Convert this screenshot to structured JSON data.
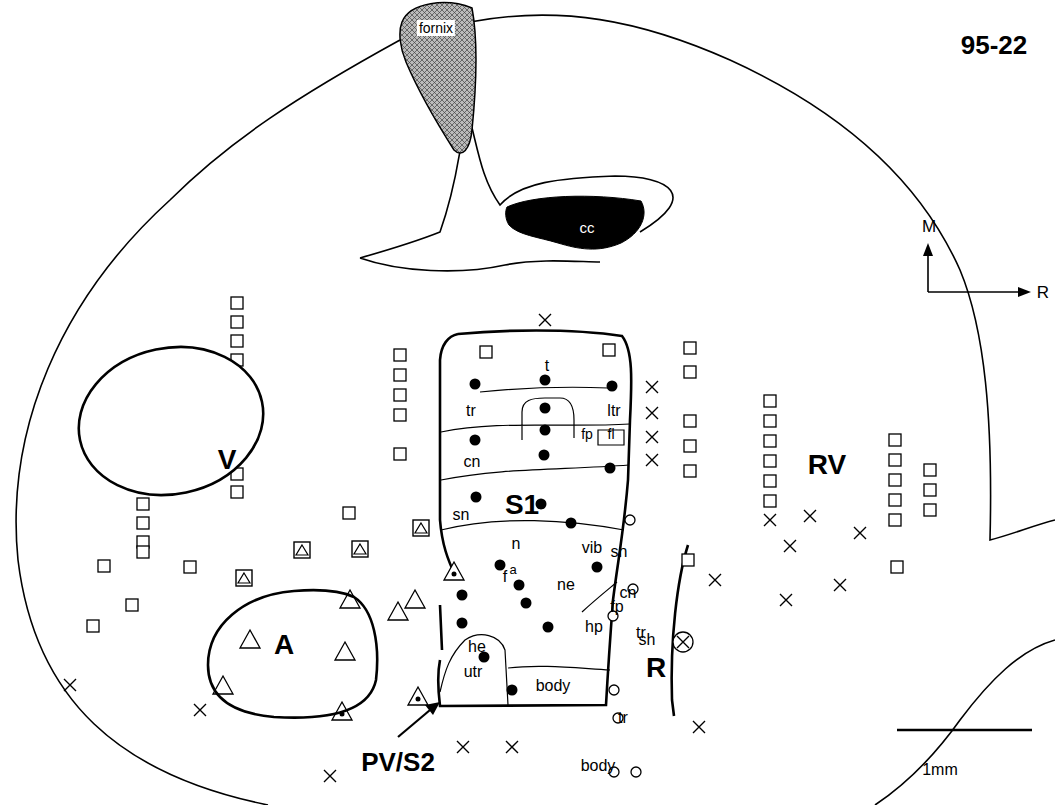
{
  "diagram": {
    "title": "95-22",
    "nodes": [
      {
        "text": [
          "fornix"
        ]
      },
      {
        "text": [
          "cc"
        ]
      },
      {
        "text": [
          "V"
        ]
      },
      {
        "text": [
          "A"
        ]
      },
      {
        "text": [
          "S1"
        ]
      }
    ],
    "labels": [
      "t",
      "tr",
      "ltr",
      "fp",
      "fl",
      "cn",
      "sn",
      "n",
      "vib",
      "f",
      "a",
      "ne",
      "fp",
      "hp",
      "tr",
      "he",
      "utr",
      "body",
      "R",
      "sn",
      "cn",
      "sh",
      "tr",
      "body",
      "RV",
      "PV/S2",
      "M",
      "R",
      "1mm"
    ]
  }
}
